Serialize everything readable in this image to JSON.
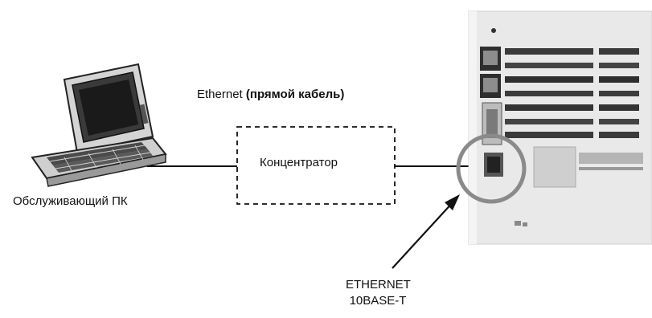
{
  "cable": {
    "label_prefix": "Ethernet",
    "label_bold": "(прямой кабель)"
  },
  "hub": {
    "label": "Концентратор"
  },
  "pc": {
    "label": "Обслуживающий ПК"
  },
  "port": {
    "line1": "ETHERNET",
    "line2": "10BASE-T"
  },
  "colors": {
    "line": "#111111",
    "highlight_circle": "#8a8a8a",
    "device_body": "#e9e9e9"
  }
}
